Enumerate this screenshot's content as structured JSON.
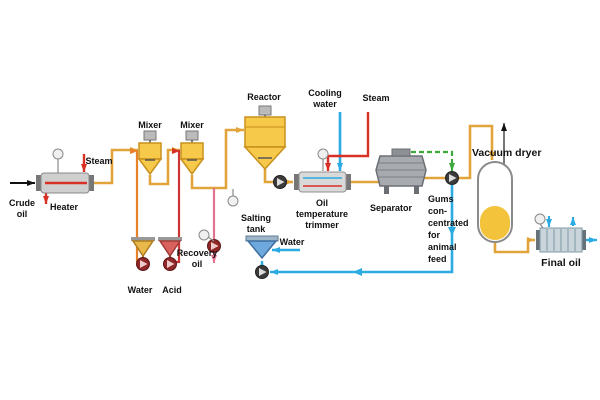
{
  "diagram": {
    "type": "process-flow-diagram",
    "subject": "Crude oil refining / degumming process"
  },
  "colors": {
    "process_line": "#E0A43B",
    "steam_line": "#D93025",
    "water_line": "#2BABE2",
    "gums_line": "#3DA83D",
    "recovery_line": "#E2738F",
    "water_dosing_line": "#E8822A",
    "acid_line": "#CC3333",
    "vessel_fill": "#F6C94A",
    "vessel_stroke": "#C8901C",
    "metal": "#CFCFCF",
    "metal_dark": "#8A8A8A",
    "salting_fill": "#6FA8DC",
    "ink": "#111111"
  },
  "labels": {
    "crude_oil": [
      "Crude",
      "oil"
    ],
    "heater": "Heater",
    "steam_heater": "Steam",
    "mixer_1": "Mixer",
    "mixer_2": "Mixer",
    "reactor": "Reactor",
    "cooling_water": [
      "Cooling",
      "water"
    ],
    "steam_trimmer": "Steam",
    "salting_tank": [
      "Salting",
      "tank"
    ],
    "water_salting": "Water",
    "oil_temperature_trimmer": [
      "Oil",
      "temperature",
      "trimmer"
    ],
    "separator": "Separator",
    "gums": [
      "Gums",
      "con-",
      "centrated",
      "for",
      "animal",
      "feed"
    ],
    "vacuum_dryer": "Vacuum dryer",
    "final_oil": "Final oil",
    "recovery_oil": [
      "Recovery",
      "oil"
    ],
    "water_dosing": "Water",
    "acid_dosing": "Acid"
  }
}
